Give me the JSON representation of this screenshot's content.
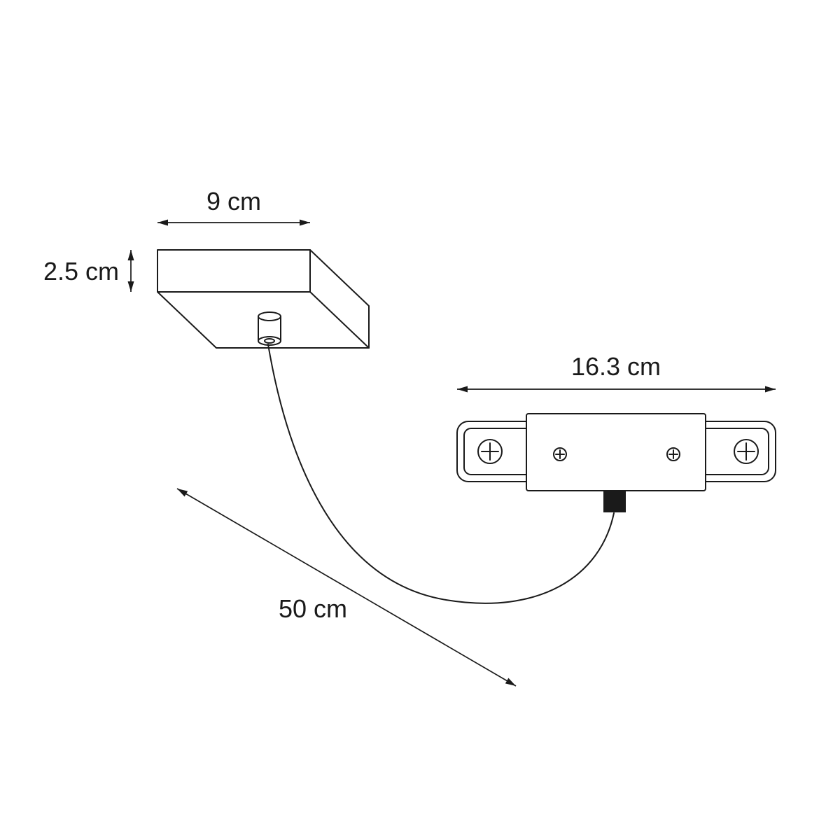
{
  "page": {
    "background": "#ffffff"
  },
  "diagram": {
    "line_color": "#1a1a1a",
    "labels": {
      "canopy_width": "9 cm",
      "canopy_height": "2.5 cm",
      "connector_length": "16.3 cm",
      "cable_length": "50 cm"
    }
  }
}
